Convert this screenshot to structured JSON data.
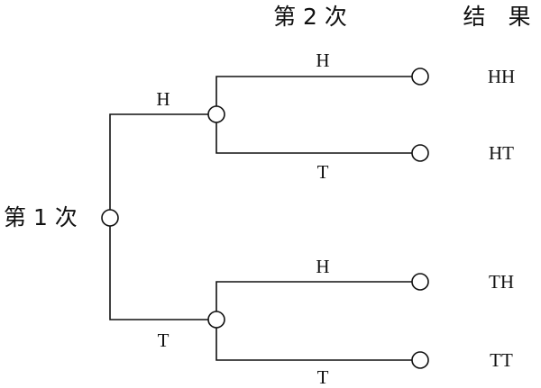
{
  "headers": {
    "first_toss": "第 1 次",
    "second_toss": "第 2 次",
    "outcome": "结　果"
  },
  "first_branches": {
    "upper": "H",
    "lower": "T"
  },
  "second_branches": {
    "upper_upper": "H",
    "upper_lower": "T",
    "lower_upper": "H",
    "lower_lower": "T"
  },
  "outcomes": [
    "HH",
    "HT",
    "TH",
    "TT"
  ]
}
